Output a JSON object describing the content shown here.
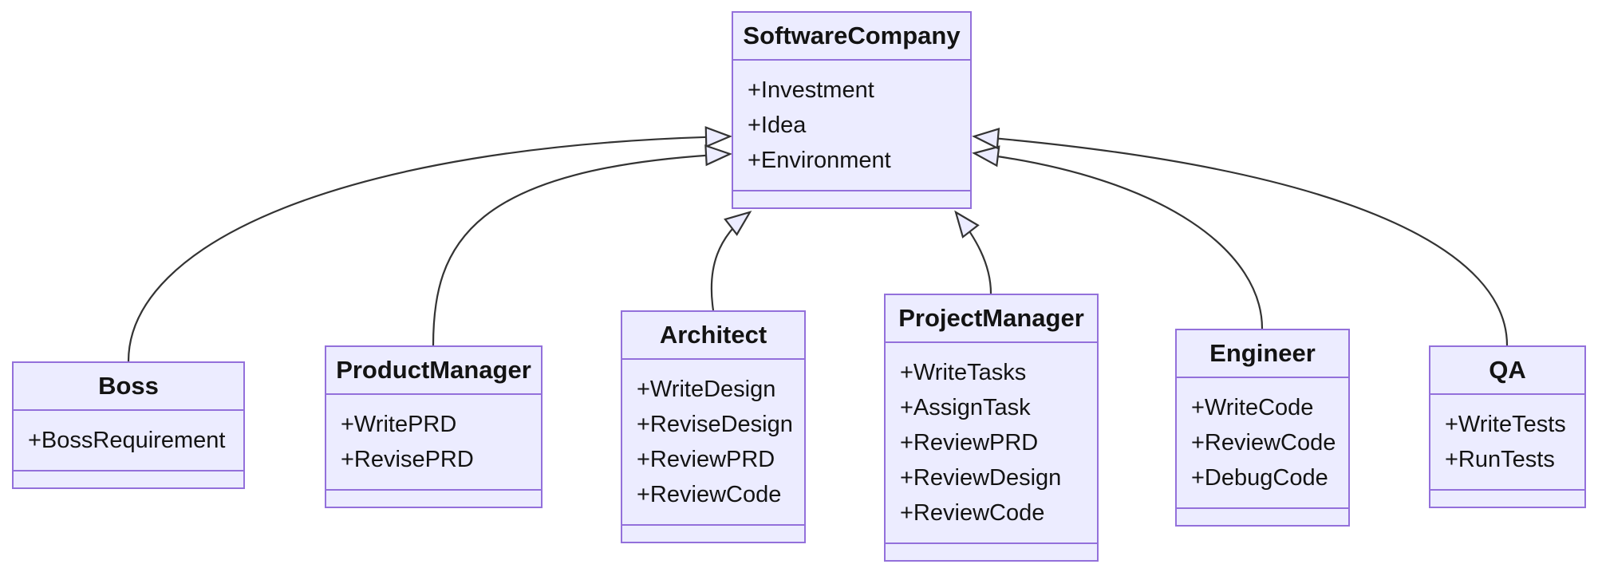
{
  "diagram": {
    "kind": "uml-class-diagram",
    "colors": {
      "box_fill": "#ECECFF",
      "box_border": "#9370DB",
      "edge_line": "#333333",
      "arrowhead_fill": "#ECECFF",
      "text": "#131313",
      "background": "#ffffff"
    },
    "classes": [
      {
        "name": "SoftwareCompany",
        "attributes": [
          "+Investment",
          "+Idea",
          "+Environment"
        ],
        "methods": []
      },
      {
        "name": "Boss",
        "attributes": [
          "+BossRequirement"
        ],
        "methods": []
      },
      {
        "name": "ProductManager",
        "attributes": [
          "+WritePRD",
          "+RevisePRD"
        ],
        "methods": []
      },
      {
        "name": "Architect",
        "attributes": [
          "+WriteDesign",
          "+ReviseDesign",
          "+ReviewPRD",
          "+ReviewCode"
        ],
        "methods": []
      },
      {
        "name": "ProjectManager",
        "attributes": [
          "+WriteTasks",
          "+AssignTask",
          "+ReviewPRD",
          "+ReviewDesign",
          "+ReviewCode"
        ],
        "methods": []
      },
      {
        "name": "Engineer",
        "attributes": [
          "+WriteCode",
          "+ReviewCode",
          "+DebugCode"
        ],
        "methods": []
      },
      {
        "name": "QA",
        "attributes": [
          "+WriteTests",
          "+RunTests"
        ],
        "methods": []
      }
    ],
    "relations": [
      {
        "from": "Boss",
        "to": "SoftwareCompany",
        "type": "inheritance"
      },
      {
        "from": "ProductManager",
        "to": "SoftwareCompany",
        "type": "inheritance"
      },
      {
        "from": "Architect",
        "to": "SoftwareCompany",
        "type": "inheritance"
      },
      {
        "from": "ProjectManager",
        "to": "SoftwareCompany",
        "type": "inheritance"
      },
      {
        "from": "Engineer",
        "to": "SoftwareCompany",
        "type": "inheritance"
      },
      {
        "from": "QA",
        "to": "SoftwareCompany",
        "type": "inheritance"
      }
    ]
  }
}
